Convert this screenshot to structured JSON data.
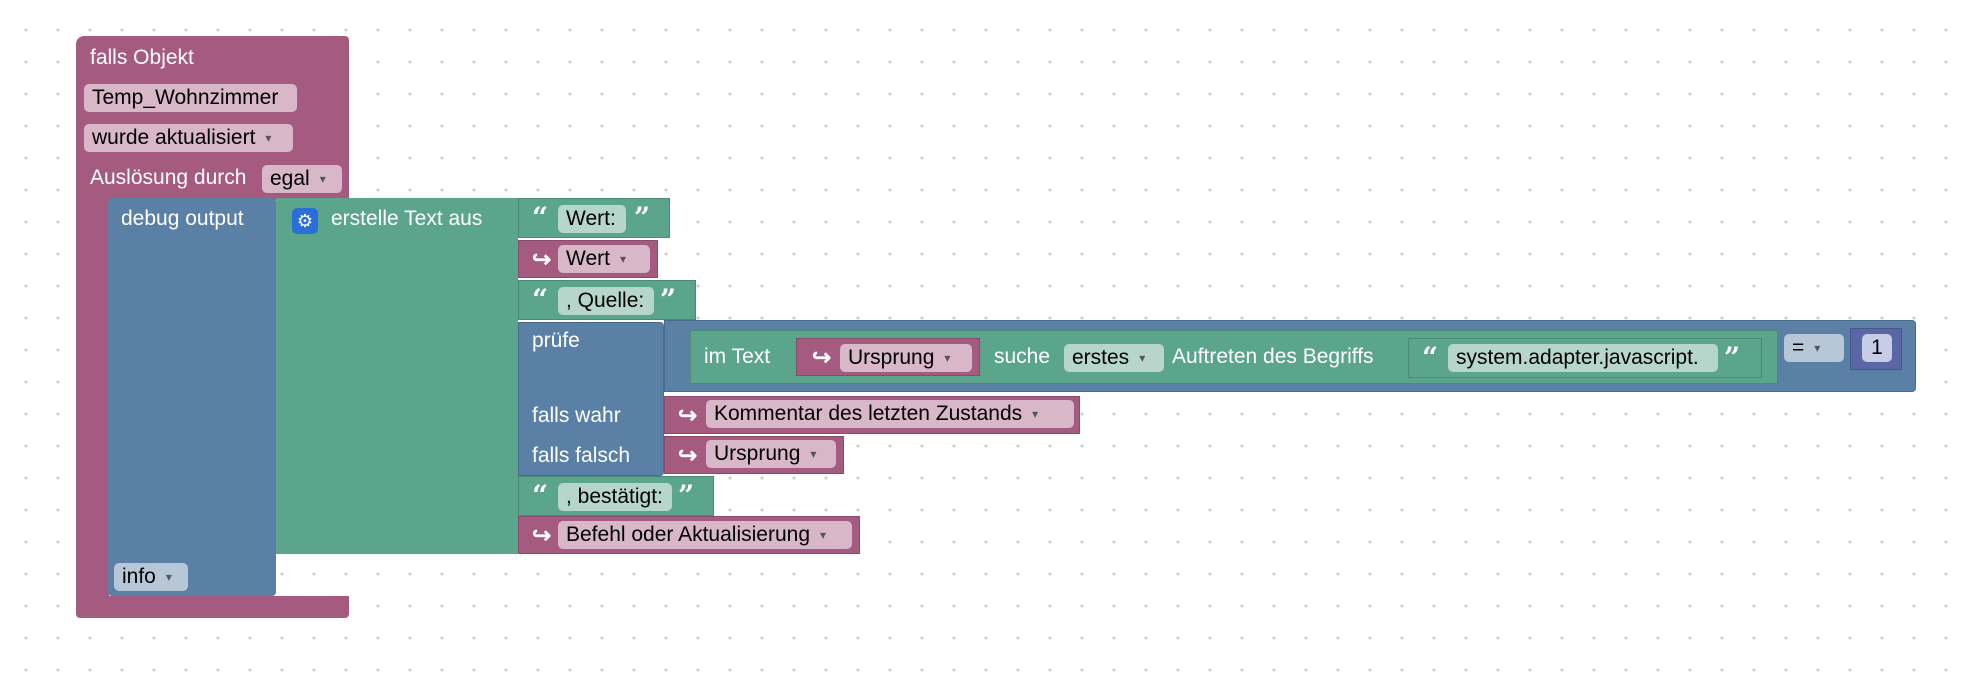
{
  "event": {
    "title": "falls Objekt",
    "object_id": "Temp_Wohnzimmer",
    "trigger": "wurde aktualisiert",
    "trigger_by_label": "Auslösung durch",
    "trigger_by_value": "egal"
  },
  "debug": {
    "label": "debug output",
    "level": "info"
  },
  "textjoin": {
    "label": "erstelle Text aus",
    "mutator_icon": "gear-icon"
  },
  "items": {
    "t1": "Wert:",
    "v1": "Wert",
    "t2": ", Quelle:",
    "check_label": "prüfe",
    "in_text_label": "im Text",
    "var_origin": "Ursprung",
    "search_label": "suche",
    "search_mode": "erstes",
    "occurrence_label": "Auftreten des Begriffs",
    "search_term": "system.adapter.javascript.",
    "compare_op": "=",
    "compare_value": "1",
    "if_true_label": "falls wahr",
    "if_true_var": "Kommentar des letzten Zustands",
    "if_false_label": "falls falsch",
    "if_false_var": "Ursprung",
    "t3": ", bestätigt:",
    "v3": "Befehl oder Aktualisierung"
  },
  "glyphs": {
    "open_quote": "“",
    "close_quote": "”",
    "var_arrow": "↪",
    "dropdown": "▾"
  },
  "colors": {
    "event": "#a55b80",
    "logic": "#5b80a5",
    "text": "#5ba58c",
    "math": "#5b67a5"
  }
}
